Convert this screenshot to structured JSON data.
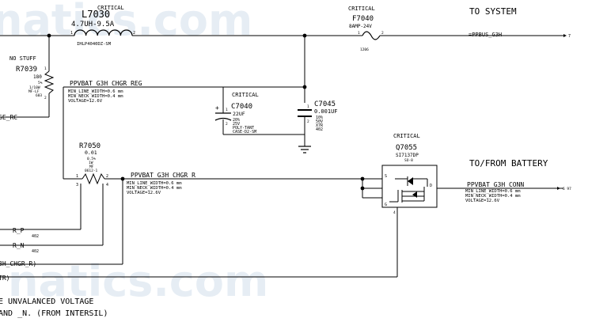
{
  "watermark": {
    "top": "natics.com",
    "bottom": "natics.com"
  },
  "labels": {
    "to_system": "TO SYSTEM",
    "to_from_battery": "TO/FROM BATTERY"
  },
  "nets": {
    "ppbus": "=PPBUS_G3H",
    "ppvbat_chgr_reg": "PPVBAT_G3H_CHGR_REG",
    "chgr_reg_rules": [
      "MIN_LINE_WIDTH=0.6 mm",
      "MIN_NECK_WIDTH=0.4 mm",
      "VOLTAGE=12.6V"
    ],
    "ppvbat_chgr_r": "PPVBAT_G3H_CHGR_R",
    "chgr_r_rules": [
      "MIN_LINE_WIDTH=0.6 mm",
      "MIN_NECK_WIDTH=0.4 mm",
      "VOLTAGE=12.6V"
    ],
    "ppvbat_conn": "PPVBAT_G3H_CONN",
    "conn_rules": [
      "MIN_LINE_WIDTH=0.6 mm",
      "MIN_NECK_WIDTH=0.4 mm",
      "VOLTAGE=12.6V"
    ],
    "page_ref": "7",
    "conn_ref": "6 97",
    "left_se_rc": "SE_RC",
    "left_r_p": "R_P",
    "left_r_n": "R_N",
    "left_ref_402a": "402",
    "left_ref_402b": "402",
    "left_chgr_r": "3H_CHGR_R)",
    "left_tr": "TR)"
  },
  "components": {
    "l7030": {
      "critical": "CRITICAL",
      "ref": "L7030",
      "value": "4.7UH-9.5A",
      "part": "IHLP4040DZ-SM",
      "pin1": "1",
      "pin2": "2"
    },
    "f7040": {
      "critical": "CRITICAL",
      "ref": "F7040",
      "value": "8AMP-24V",
      "part": "1206",
      "pin1": "1",
      "pin2": "2"
    },
    "r7039": {
      "nostuff": "NO STUFF",
      "ref": "R7039",
      "value": "180",
      "tol": "5%",
      "power": "1/10W",
      "type": "MF-LF",
      "pkg": "603",
      "pin1": "1",
      "pin2": "2"
    },
    "c7040": {
      "critical": "CRITICAL",
      "ref": "C7040",
      "value": "22UF",
      "tol": "20%",
      "volt": "25V",
      "type": "POLY-TANT",
      "pkg": "CASE-D2-SM",
      "pin1": "1",
      "pin2": "2"
    },
    "c7045": {
      "ref": "C7045",
      "value": "0.001UF",
      "tol": "10%",
      "volt": "50V",
      "type": "X7R",
      "pkg": "402",
      "pin1": "1",
      "pin2": "2"
    },
    "r7050": {
      "ref": "R7050",
      "value": "0.01",
      "tol": "0.5%",
      "power": "1W",
      "type": "MF",
      "pkg": "0612-1",
      "pin1": "1",
      "pin2": "2",
      "pin3": "3",
      "pin4": "4"
    },
    "q7055": {
      "critical": "CRITICAL",
      "ref": "Q7055",
      "part": "SI7137DP",
      "pkg": "SO-8",
      "pin_s": "S",
      "pin_g": "G",
      "pin_d": "D",
      "pin4": "4"
    }
  },
  "notes": {
    "line1": "E UNVALANCED VOLTAGE",
    "line2": "AND _N. (FROM INTERSIL)"
  }
}
